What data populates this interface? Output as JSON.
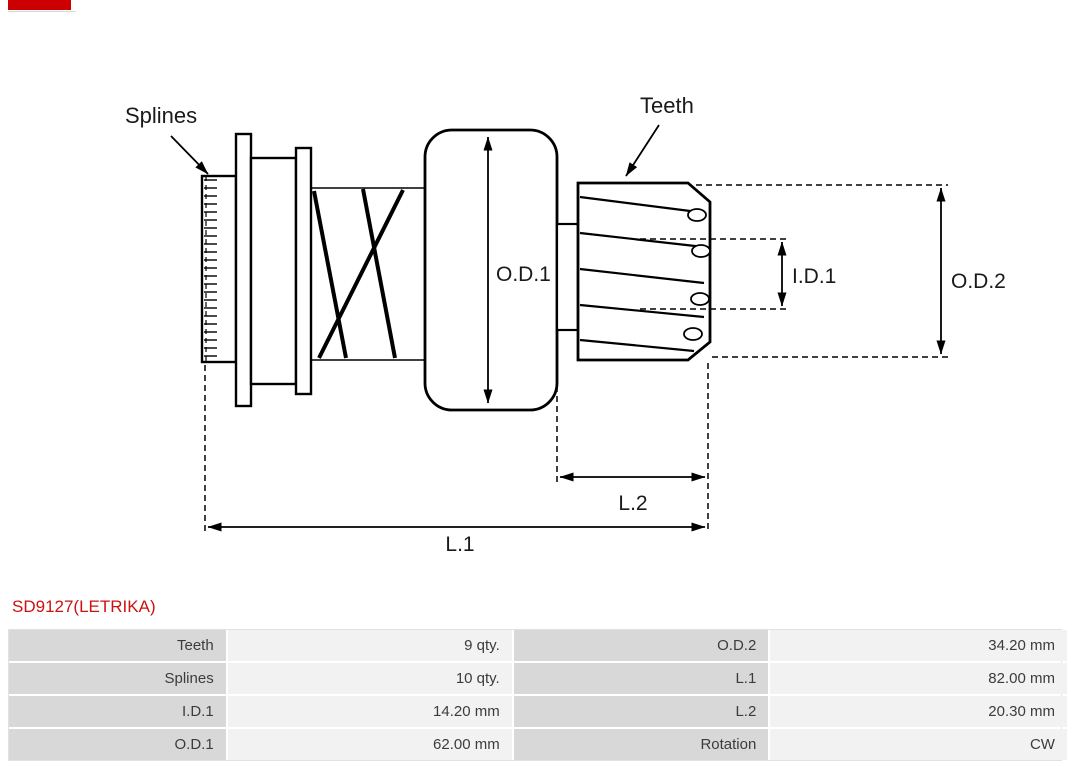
{
  "brand": {
    "bar_color": "#cc0000"
  },
  "part": {
    "code": "SD9127(LETRIKA)",
    "code_color": "#cc1111"
  },
  "diagram": {
    "callouts": {
      "splines": "Splines",
      "teeth": "Teeth"
    },
    "dimensions": {
      "od1": "O.D.1",
      "id1": "I.D.1",
      "od2": "O.D.2",
      "l1": "L.1",
      "l2": "L.2"
    }
  },
  "specs": {
    "rows": [
      {
        "c0": "Teeth",
        "c1": "9 qty.",
        "c2": "O.D.2",
        "c3": "34.20 mm"
      },
      {
        "c0": "Splines",
        "c1": "10 qty.",
        "c2": "L.1",
        "c3": "82.00 mm"
      },
      {
        "c0": "I.D.1",
        "c1": "14.20 mm",
        "c2": "L.2",
        "c3": "20.30 mm"
      },
      {
        "c0": "O.D.1",
        "c1": "62.00 mm",
        "c2": "Rotation",
        "c3": "CW"
      }
    ]
  }
}
